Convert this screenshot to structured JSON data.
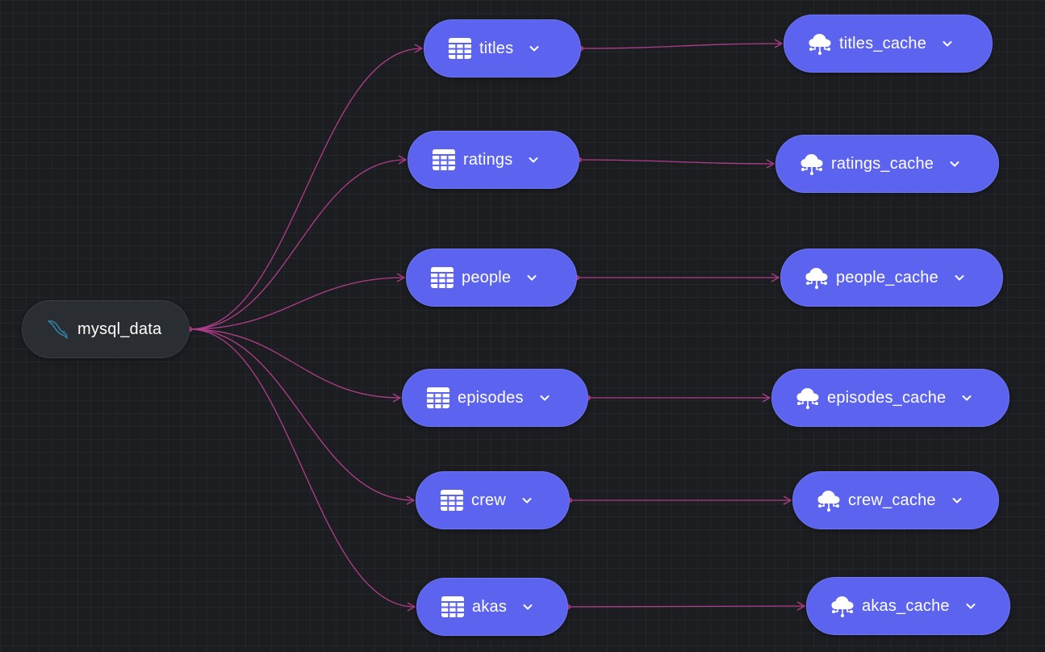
{
  "colors": {
    "background": "#1c1d21",
    "node_fill": "#5b63ef",
    "source_fill": "#2a2d31",
    "edge": "#b03d8a",
    "mysql_logo": "#2f7fa0"
  },
  "source": {
    "label": "mysql_data",
    "icon": "mysql-dolphin-icon"
  },
  "tables": [
    {
      "label": "titles",
      "icon": "table-icon"
    },
    {
      "label": "ratings",
      "icon": "table-icon"
    },
    {
      "label": "people",
      "icon": "table-icon"
    },
    {
      "label": "episodes",
      "icon": "table-icon"
    },
    {
      "label": "crew",
      "icon": "table-icon"
    },
    {
      "label": "akas",
      "icon": "table-icon"
    }
  ],
  "caches": [
    {
      "label": "titles_cache",
      "icon": "cloud-network-icon"
    },
    {
      "label": "ratings_cache",
      "icon": "cloud-network-icon"
    },
    {
      "label": "people_cache",
      "icon": "cloud-network-icon"
    },
    {
      "label": "episodes_cache",
      "icon": "cloud-network-icon"
    },
    {
      "label": "crew_cache",
      "icon": "cloud-network-icon"
    },
    {
      "label": "akas_cache",
      "icon": "cloud-network-icon"
    }
  ],
  "edges": [
    {
      "from": "mysql_data",
      "to": "titles"
    },
    {
      "from": "mysql_data",
      "to": "ratings"
    },
    {
      "from": "mysql_data",
      "to": "people"
    },
    {
      "from": "mysql_data",
      "to": "episodes"
    },
    {
      "from": "mysql_data",
      "to": "crew"
    },
    {
      "from": "mysql_data",
      "to": "akas"
    },
    {
      "from": "titles",
      "to": "titles_cache"
    },
    {
      "from": "ratings",
      "to": "ratings_cache"
    },
    {
      "from": "people",
      "to": "people_cache"
    },
    {
      "from": "episodes",
      "to": "episodes_cache"
    },
    {
      "from": "crew",
      "to": "crew_cache"
    },
    {
      "from": "akas",
      "to": "akas_cache"
    }
  ]
}
